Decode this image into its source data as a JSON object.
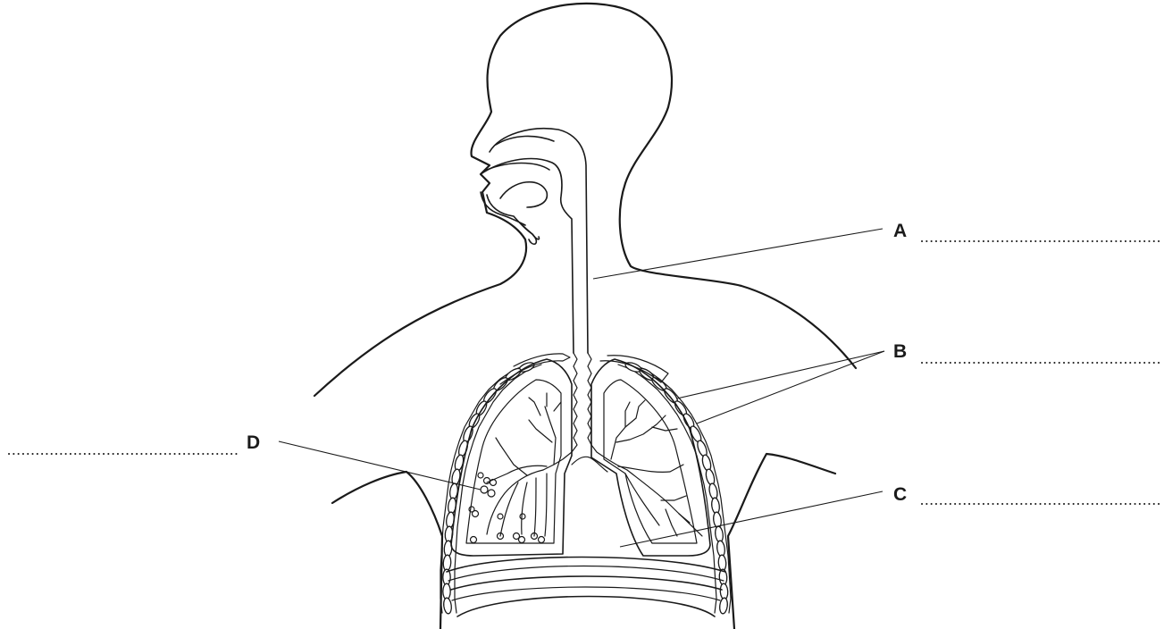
{
  "diagram": {
    "labels": {
      "a": {
        "letter": "A",
        "answer": ""
      },
      "b": {
        "letter": "B",
        "answer": ""
      },
      "c": {
        "letter": "C",
        "answer": ""
      },
      "d": {
        "letter": "D",
        "answer": ""
      }
    }
  }
}
